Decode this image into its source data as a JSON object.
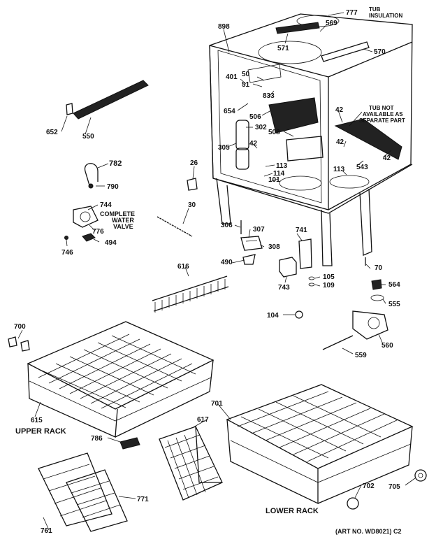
{
  "header_fragment": "",
  "parts": {
    "p777": "777",
    "tub_insulation": "TUB\nINSULATION",
    "p569": "569",
    "p898": "898",
    "p571": "571",
    "p570": "570",
    "p401": "401",
    "p50": "50",
    "p51": "51",
    "p833": "833",
    "p654": "654",
    "p506": "506",
    "p42a": "42",
    "tub_not_available": "TUB NOT\nAVAILABLE AS\nSEPARATE PART",
    "p652": "652",
    "p550": "550",
    "p302": "302",
    "p508": "508",
    "p305": "305",
    "p42b": "42",
    "p42c": "42",
    "p42d": "42",
    "p113a": "113",
    "p113b": "113",
    "p114": "114",
    "p101": "101",
    "p543": "543",
    "p26": "26",
    "p782": "782",
    "p790": "790",
    "p744": "744",
    "complete_water_valve": "COMPLETE\nWATER\nVALVE",
    "p776": "776",
    "p494": "494",
    "p746": "746",
    "p30": "30",
    "p306": "306",
    "p307": "307",
    "p741": "741",
    "p308": "308",
    "p490": "490",
    "p70": "70",
    "p616": "616",
    "p743": "743",
    "p105": "105",
    "p109": "109",
    "p564": "564",
    "p555": "555",
    "p104": "104",
    "p560": "560",
    "p700": "700",
    "p559": "559",
    "p615": "615",
    "upper_rack": "UPPER RACK",
    "p701": "701",
    "p617": "617",
    "p786": "786",
    "p771": "771",
    "p702": "702",
    "p705": "705",
    "lower_rack": "LOWER RACK",
    "p761": "761",
    "art_no": "(ART NO. WD8021) C2"
  }
}
